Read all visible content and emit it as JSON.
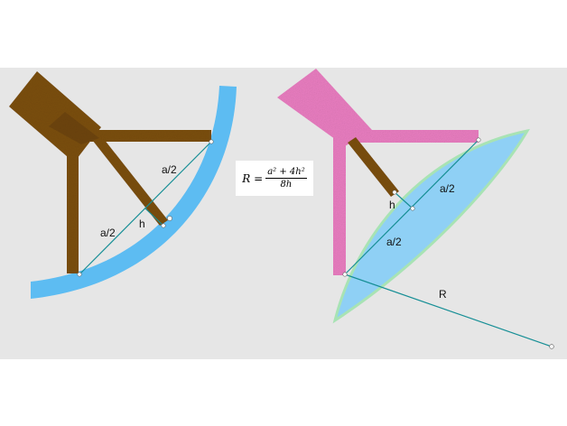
{
  "colors": {
    "background": "#e6e6e6",
    "left_tool": "#7a4e10",
    "right_tool": "#ea7ec1",
    "arc": "#5dbcf2",
    "lens_fill": "#8fd0f5",
    "lens_edge": "#a8e3b4",
    "measure_line": "#178f96"
  },
  "left_figure": {
    "label_half_chord_upper": "a/2",
    "label_half_chord_lower": "a/2",
    "label_height": "h"
  },
  "right_figure": {
    "label_half_chord_upper": "a/2",
    "label_half_chord_lower": "a/2",
    "label_height": "h",
    "label_radius": "R"
  },
  "formula": {
    "lhs": "R =",
    "numerator": "a² + 4h²",
    "denominator": "8h"
  }
}
